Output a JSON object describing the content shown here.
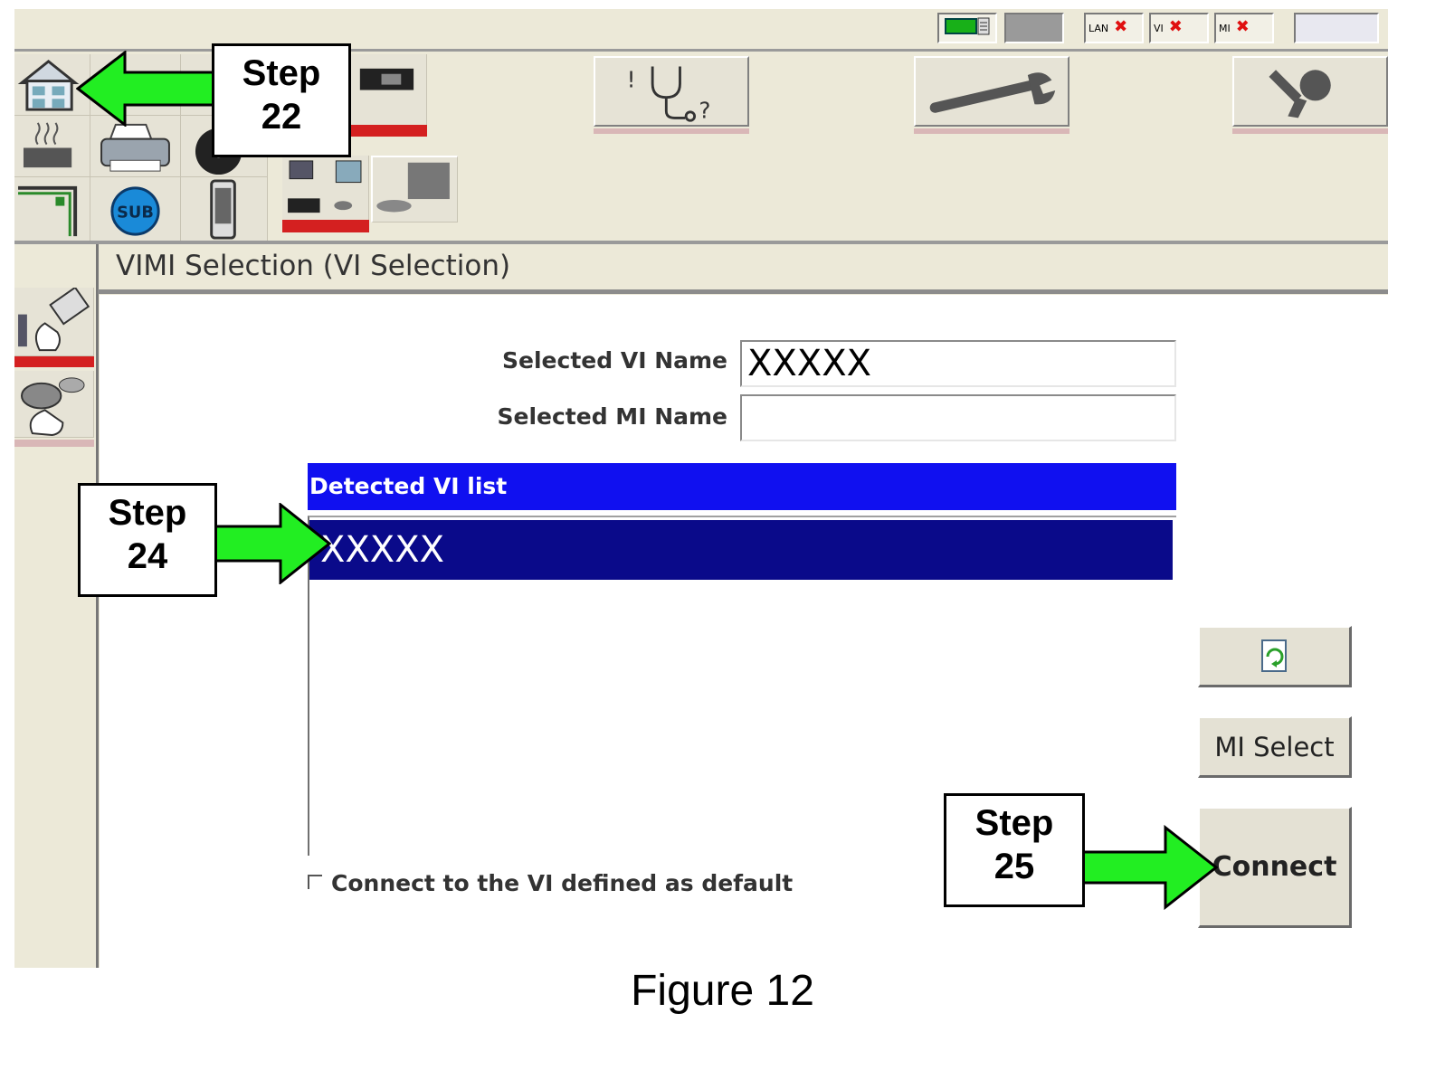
{
  "toolbar": {
    "indicators": [
      {
        "icon": "vi-battery-indicator-icon",
        "label": ""
      },
      {
        "icon": "blank-indicator",
        "label": ""
      },
      {
        "icon": "lan-status-icon",
        "label": "LAN"
      },
      {
        "icon": "vi-status-icon",
        "label": "VI"
      },
      {
        "icon": "mi-status-icon",
        "label": "MI"
      },
      {
        "icon": "blank-indicator",
        "label": ""
      }
    ],
    "main_buttons": [
      "diagnosis-stethoscope-icon",
      "wrench-icon",
      "tools-icon"
    ],
    "error_mark": "✖"
  },
  "screen": {
    "title": "VIMI Selection (VI Selection)",
    "selected_vi_label": "Selected VI Name",
    "selected_vi_value": "XXXXX",
    "selected_mi_label": "Selected MI Name",
    "selected_mi_value": "",
    "list_header": "Detected VI list",
    "list_items": [
      "XXXXX"
    ],
    "default_checkbox_label": "Connect to the VI defined as default",
    "refresh_button_icon": "refresh-icon",
    "mi_select_button": "MI Select",
    "connect_button": "Connect"
  },
  "annotations": {
    "step22": {
      "line1": "Step",
      "line2": "22"
    },
    "step24": {
      "line1": "Step",
      "line2": "24"
    },
    "step25": {
      "line1": "Step",
      "line2": "25"
    },
    "arrow_color": "#22ee22",
    "caption": "Figure 12"
  },
  "colors": {
    "list_header_bg": "#1010f0",
    "selected_row_bg": "#0a0a8a",
    "active_marker": "#d42020",
    "window_bg": "#ece9d8"
  }
}
